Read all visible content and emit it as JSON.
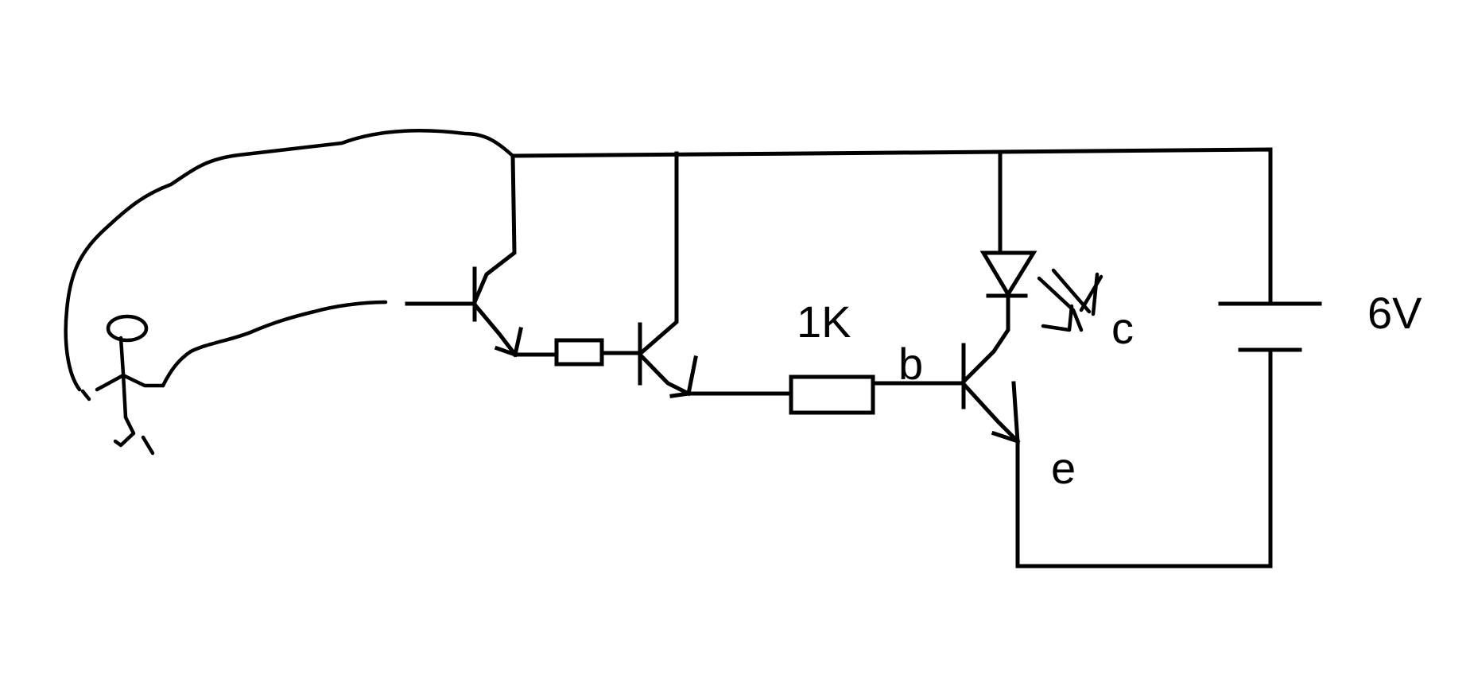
{
  "labels": {
    "resistor_1k": "1K",
    "base": "b",
    "collector": "c",
    "emitter": "e",
    "battery": "6V"
  },
  "colors": {
    "ink": "#000000",
    "background": "#ffffff"
  }
}
